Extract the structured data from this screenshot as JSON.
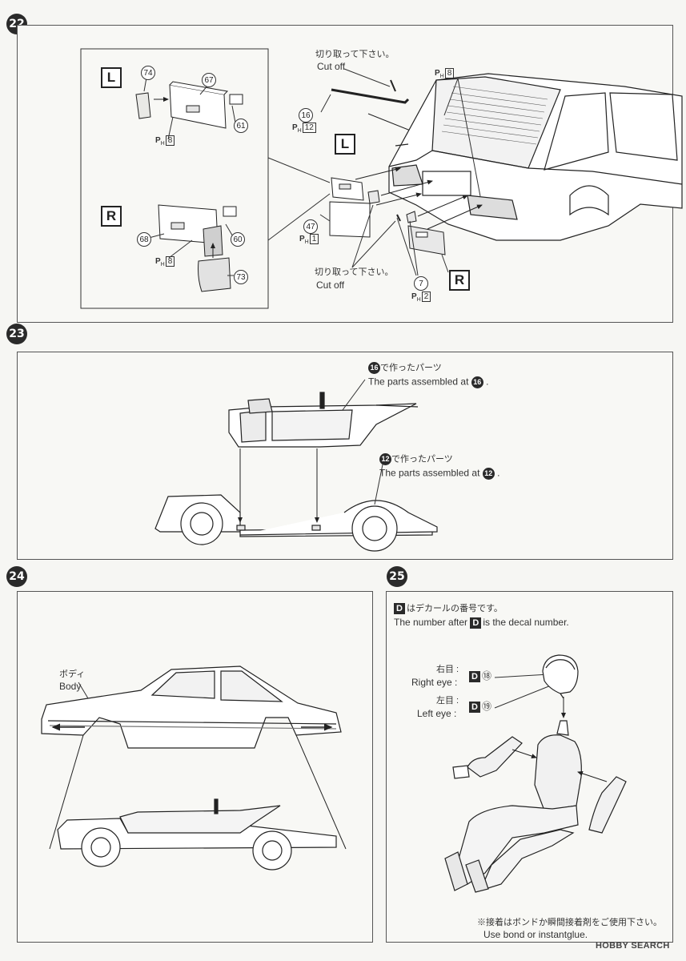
{
  "steps": {
    "s22": {
      "number": "22"
    },
    "s23": {
      "number": "23"
    },
    "s24": {
      "number": "24"
    },
    "s25": {
      "number": "25"
    }
  },
  "step22": {
    "left_badge": "L",
    "right_badge": "R",
    "center_left_badge": "L",
    "center_right_badge": "R",
    "cut_off_top_jp": "切り取って下さい。",
    "cut_off_top_en": "Cut off",
    "cut_off_bottom_jp": "切り取って下さい。",
    "cut_off_bottom_en": "Cut off",
    "parts": {
      "p74": "74",
      "p67": "67",
      "p61": "61",
      "p68": "68",
      "p60": "60",
      "p73": "73",
      "p16": "16",
      "p47": "47",
      "p7": "7"
    },
    "runners": {
      "r_ph8_left": "8",
      "r_ph8_right": "8",
      "r_ph8_top": "8",
      "r_ph12": "12",
      "r_ph1": "1",
      "r_ph2": "2"
    },
    "runner_prefix": "P",
    "runner_sub": "H"
  },
  "step23": {
    "label16_jp": "で作ったパーツ",
    "label16_en_pre": "The parts assembled at",
    "label16_ref": "16",
    "label12_jp": "で作ったパーツ",
    "label12_en_pre": "The parts assembled at",
    "label12_ref": "12",
    "period": "."
  },
  "step24": {
    "body_jp": "ボディ",
    "body_en": "Body"
  },
  "step25": {
    "decal_badge": "D",
    "decal_note_jp": "はデカールの番号です。",
    "decal_note_en_pre": "The number after",
    "decal_note_en_post": "is the decal number.",
    "right_eye_jp": "右目 :",
    "right_eye_en": "Right eye :",
    "right_eye_decal": "⑱",
    "left_eye_jp": "左目 :",
    "left_eye_en": "Left eye :",
    "left_eye_decal": "⑲",
    "glue_note_jp": "※接着はボンドか瞬間接着剤をご使用下さい。",
    "glue_note_en": "Use bond or instantglue."
  },
  "watermark": "HOBBY SEARCH",
  "colors": {
    "ink": "#2a2a2a",
    "paper": "#f6f6f3",
    "shade": "#d6d6d6"
  }
}
